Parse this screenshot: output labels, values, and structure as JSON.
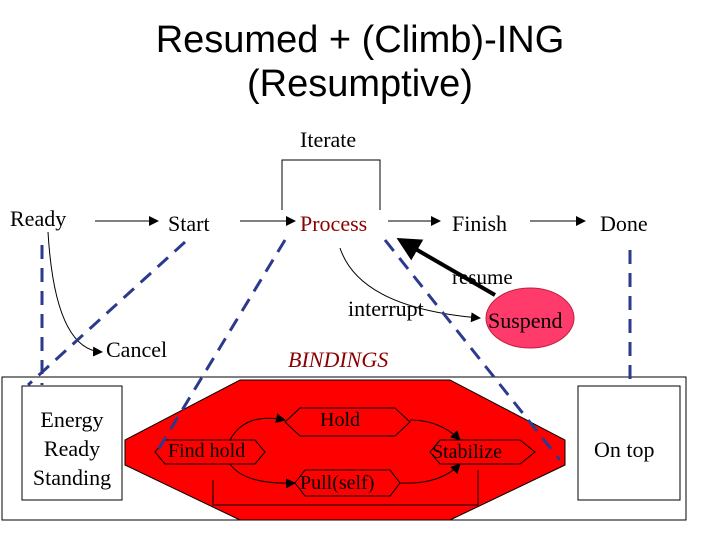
{
  "title": {
    "line1": "Resumed + (Climb)-ING",
    "line2": "(Resumptive)"
  },
  "states": {
    "ready": "Ready",
    "start": "Start",
    "process": "Process",
    "finish": "Finish",
    "done": "Done",
    "cancel": "Cancel",
    "suspend": "Suspend"
  },
  "transitions": {
    "iterate": "Iterate",
    "resume": "resume",
    "interrupt": "interrupt"
  },
  "bindings": {
    "heading": "BINDINGS",
    "left_box": [
      "Energy",
      "Ready",
      "Standing"
    ],
    "find_hold": "Find hold",
    "hold": "Hold",
    "pull_self": "Pull(self)",
    "stabilize": "Stabilize",
    "on_top": "On top"
  },
  "colors": {
    "red": "#ff0000",
    "dark_red": "#8b0000",
    "pink": "#ff3b6b",
    "dash_blue": "#2b3a8c"
  }
}
